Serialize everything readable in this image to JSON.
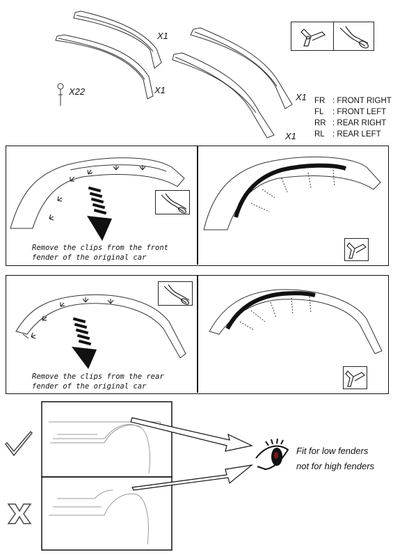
{
  "parts": {
    "fender_front_qty": "X1",
    "fender_front_inner_qty": "X1",
    "fender_rear_qty": "X1",
    "fender_rear_inner_qty": "X1",
    "clip_qty": "X22"
  },
  "position_legend": [
    {
      "code": "FR",
      "sep": ":",
      "label": "FRONT RIGHT"
    },
    {
      "code": "FL",
      "sep": ":",
      "label": "FRONT LEFT"
    },
    {
      "code": "RR",
      "sep": ":",
      "label": "REAR RIGHT"
    },
    {
      "code": "RL",
      "sep": ":",
      "label": "REAR LEFT"
    }
  ],
  "step_front": {
    "caption_line1": "Remove the clips from the front",
    "caption_line2": "fender of the original car"
  },
  "step_rear": {
    "caption_line1": "Remove the clips from the rear",
    "caption_line2": "fender of the original car"
  },
  "fitment": {
    "note_line1": "Fit for low fenders",
    "note_line2": "not for high fenders"
  },
  "icons": {
    "tools": [
      "rivet-tool-icon",
      "pliers-icon"
    ],
    "check": "checkmark-icon",
    "cross": "cross-icon",
    "eye": "eye-icon"
  }
}
